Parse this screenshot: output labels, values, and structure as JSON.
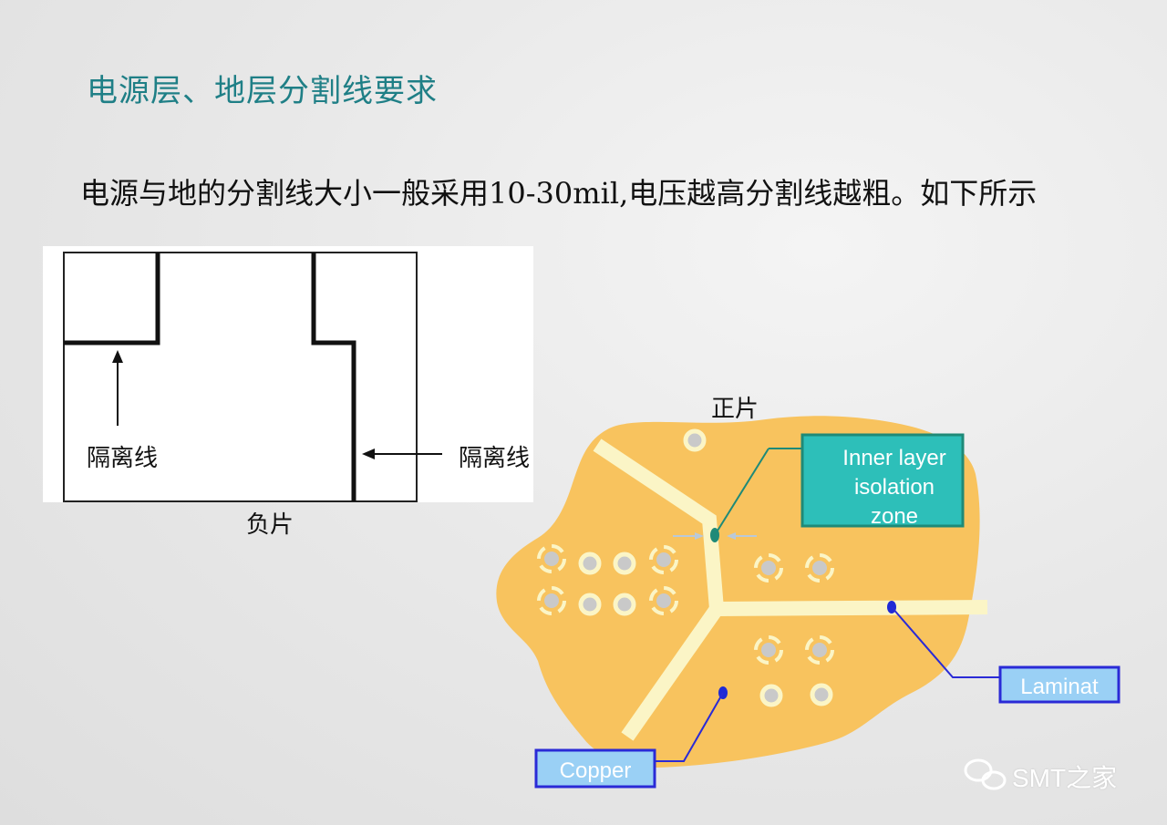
{
  "slide": {
    "title": "电源层、地层分割线要求",
    "body": "电源与地的分割线大小一般采用10-30mil,电压越高分割线越粗。如下所示"
  },
  "negative_figure": {
    "left_label": "隔离线",
    "right_label": "隔离线",
    "caption": "负片"
  },
  "positive_figure": {
    "caption": "正片",
    "callout_isolation": [
      "Inner layer",
      "isolation",
      "zone"
    ],
    "callout_laminate": "Laminat",
    "callout_copper": "Copper"
  },
  "watermark": {
    "text": "SMT之家"
  },
  "colors": {
    "title": "#1f7f86",
    "copper": "#f8c35e",
    "isolation_line": "#fbf5c6",
    "callout_teal": "#2dbfb9",
    "callout_blue": "#9ad0f5",
    "callout_border": "#2a2ad6"
  }
}
